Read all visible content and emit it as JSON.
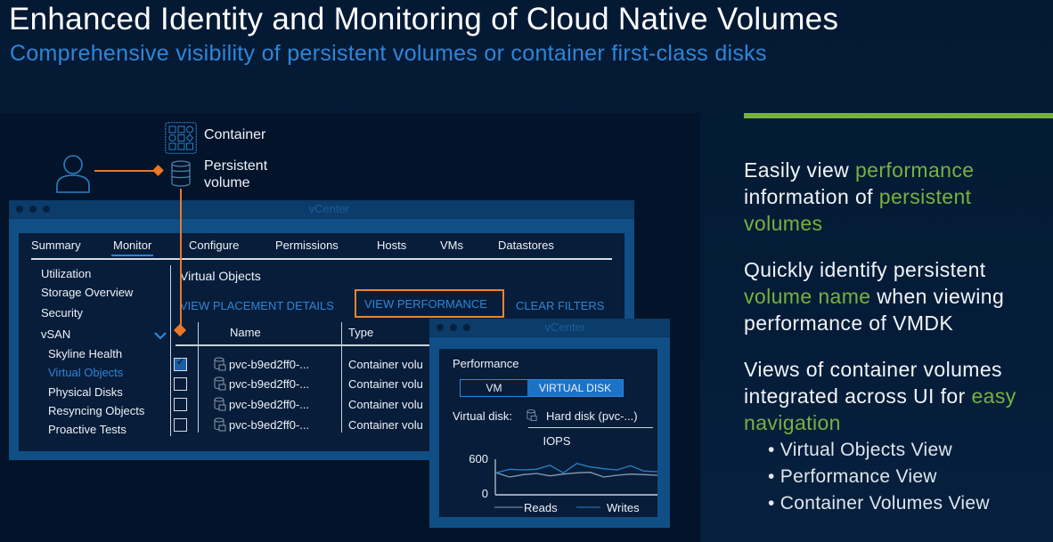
{
  "slide": {
    "title": "Enhanced Identity and Monitoring of Cloud Native Volumes",
    "subtitle": "Comprehensive visibility of persistent volumes or container first-class disks"
  },
  "diagram": {
    "user_icon": "user-icon",
    "container_label": "Container",
    "persistent_volume_label_line1": "Persistent",
    "persistent_volume_label_line2": "volume"
  },
  "vcenter": {
    "window_title": "vCenter",
    "tabs": [
      {
        "label": "Summary",
        "active": false
      },
      {
        "label": "Monitor",
        "active": true
      },
      {
        "label": "Configure",
        "active": false
      },
      {
        "label": "Permissions",
        "active": false
      },
      {
        "label": "Hosts",
        "active": false
      },
      {
        "label": "VMs",
        "active": false
      },
      {
        "label": "Datastores",
        "active": false
      }
    ],
    "sidebar": [
      {
        "label": "Utilization"
      },
      {
        "label": "Storage Overview"
      },
      {
        "label": "Security"
      },
      {
        "label": "vSAN",
        "expanded": true
      },
      {
        "label": "Skyline Health"
      },
      {
        "label": "Virtual Objects",
        "selected": true
      },
      {
        "label": "Physical Disks"
      },
      {
        "label": "Resyncing Objects"
      },
      {
        "label": "Proactive Tests"
      }
    ],
    "content_title": "Virtual Objects",
    "actions": {
      "view_placement": "VIEW PLACEMENT DETAILS",
      "view_performance": "VIEW PERFORMANCE",
      "clear_filters": "CLEAR FILTERS"
    },
    "table": {
      "columns": [
        "Name",
        "Type"
      ],
      "rows": [
        {
          "checked": true,
          "name": "pvc-b9ed2ff0-...",
          "type": "Container volu"
        },
        {
          "checked": false,
          "name": "pvc-b9ed2ff0-...",
          "type": "Container volu"
        },
        {
          "checked": false,
          "name": "pvc-b9ed2ff0-...",
          "type": "Container volu"
        },
        {
          "checked": false,
          "name": "pvc-b9ed2ff0-...",
          "type": "Container volu"
        }
      ]
    }
  },
  "performance": {
    "window_title": "vCenter",
    "title": "Performance",
    "segments": [
      {
        "label": "VM",
        "active": false
      },
      {
        "label": "VIRTUAL DISK",
        "active": true
      }
    ],
    "virtual_disk_label": "Virtual disk:",
    "virtual_disk_value": "Hard disk (pvc-...)"
  },
  "chart_data": {
    "type": "line",
    "title": "IOPS",
    "xlabel": "",
    "ylabel": "",
    "ylim": [
      0,
      600
    ],
    "yticks": [
      "600",
      "0"
    ],
    "grid": false,
    "legend": "bottom",
    "x": [
      0,
      1,
      2,
      3,
      4,
      5,
      6,
      7,
      8,
      9,
      10,
      11,
      12
    ],
    "series": [
      {
        "name": "Reads",
        "color": "#8a9bb0",
        "values": [
          370,
          300,
          340,
          360,
          320,
          350,
          370,
          380,
          300,
          330,
          350,
          340,
          330
        ]
      },
      {
        "name": "Writes",
        "color": "#2a82c4",
        "values": [
          370,
          430,
          420,
          430,
          500,
          370,
          530,
          470,
          440,
          420,
          490,
          400,
          390
        ]
      }
    ]
  },
  "bullets_panel": {
    "accent_color": "#78b13f",
    "points": [
      {
        "parts": [
          {
            "text": "Easily view ",
            "hl": false
          },
          {
            "text": "performance",
            "hl": true
          },
          {
            "text": " information of ",
            "hl": false
          },
          {
            "text": "persistent volumes",
            "hl": true
          }
        ]
      },
      {
        "parts": [
          {
            "text": "Quickly identify persistent ",
            "hl": false
          },
          {
            "text": "volume name",
            "hl": true
          },
          {
            "text": " when viewing performance of VMDK",
            "hl": false
          }
        ]
      },
      {
        "parts": [
          {
            "text": "Views of container volumes integrated across UI for ",
            "hl": false
          },
          {
            "text": "easy navigation",
            "hl": true
          }
        ]
      }
    ],
    "sub_bullets": [
      "Virtual Objects View",
      "Performance View",
      "Container Volumes View"
    ]
  }
}
